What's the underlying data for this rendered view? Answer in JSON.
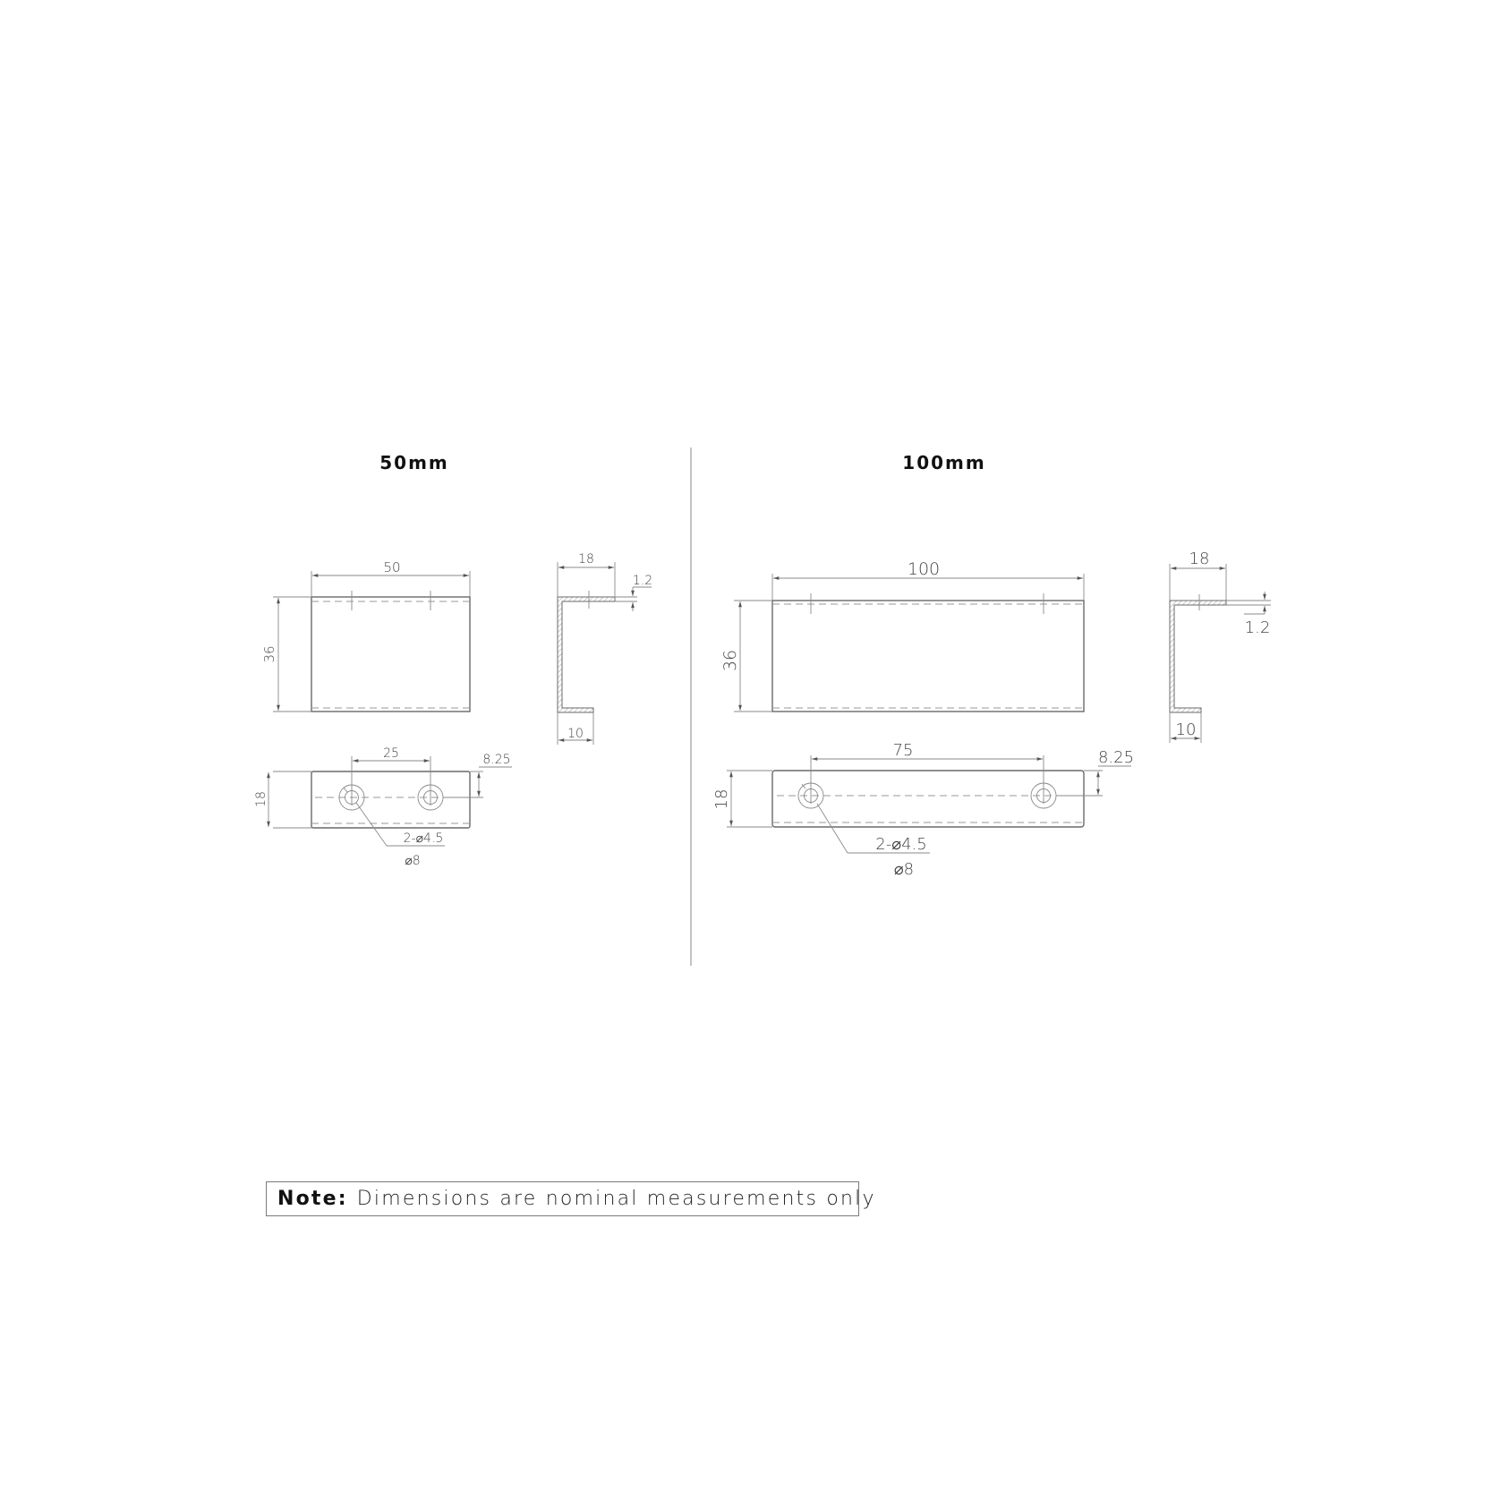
{
  "drawings": [
    {
      "title": "50mm",
      "front_view": {
        "width_label": "50",
        "height_label": "36"
      },
      "side_profile": {
        "top_flange_label": "18",
        "thickness_label": "1.2",
        "bottom_flange_label": "10"
      },
      "bottom_view": {
        "hole_spacing_label": "25",
        "hole_offset_label": "8.25",
        "depth_label": "18",
        "hole_callout_line1": "2-⌀4.5",
        "hole_callout_line2": "⌀8"
      }
    },
    {
      "title": "100mm",
      "front_view": {
        "width_label": "100",
        "height_label": "36"
      },
      "side_profile": {
        "top_flange_label": "18",
        "thickness_label": "1.2",
        "bottom_flange_label": "10"
      },
      "bottom_view": {
        "hole_spacing_label": "75",
        "hole_offset_label": "8.25",
        "depth_label": "18",
        "hole_callout_line1": "2-⌀4.5",
        "hole_callout_line2": "⌀8"
      }
    }
  ],
  "note": {
    "label": "Note:",
    "text": "Dimensions are nominal measurements only"
  },
  "colors": {
    "line": "#6a6a6a",
    "divider": "#b0b0b0",
    "text": "#444444"
  }
}
